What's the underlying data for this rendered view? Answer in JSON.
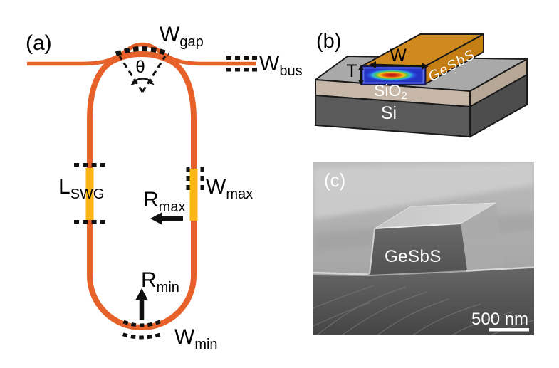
{
  "figure": {
    "panels": {
      "a": {
        "label": "(a)",
        "annotations": {
          "w_gap": {
            "main": "W",
            "sub": "gap"
          },
          "w_bus": {
            "main": "W",
            "sub": "bus"
          },
          "theta": "θ",
          "l_swg": {
            "main": "L",
            "sub": "SWG"
          },
          "w_max": {
            "main": "W",
            "sub": "max"
          },
          "r_max": {
            "main": "R",
            "sub": "max"
          },
          "r_min": {
            "main": "R",
            "sub": "min"
          },
          "w_min": {
            "main": "W",
            "sub": "min"
          }
        },
        "colors": {
          "waveguide": "#E7622B",
          "swg_highlight": "#FBB515",
          "measurement_marks": "#111111"
        }
      },
      "b": {
        "label": "(b)",
        "annotations": {
          "width": "W",
          "thickness": "T",
          "core": "GeSbS",
          "cladding_main": "SiO",
          "cladding_sub": "2",
          "substrate": "Si"
        },
        "colors": {
          "core": "#D0891E",
          "cladding": "#C6B7A8",
          "substrate": "#5A5A5A",
          "top_surface": "#A9A9A9",
          "mode_field_bg": "#2433C4"
        }
      },
      "c": {
        "label": "(c)",
        "material": "GeSbS",
        "scale_bar": "500 nm"
      }
    }
  }
}
